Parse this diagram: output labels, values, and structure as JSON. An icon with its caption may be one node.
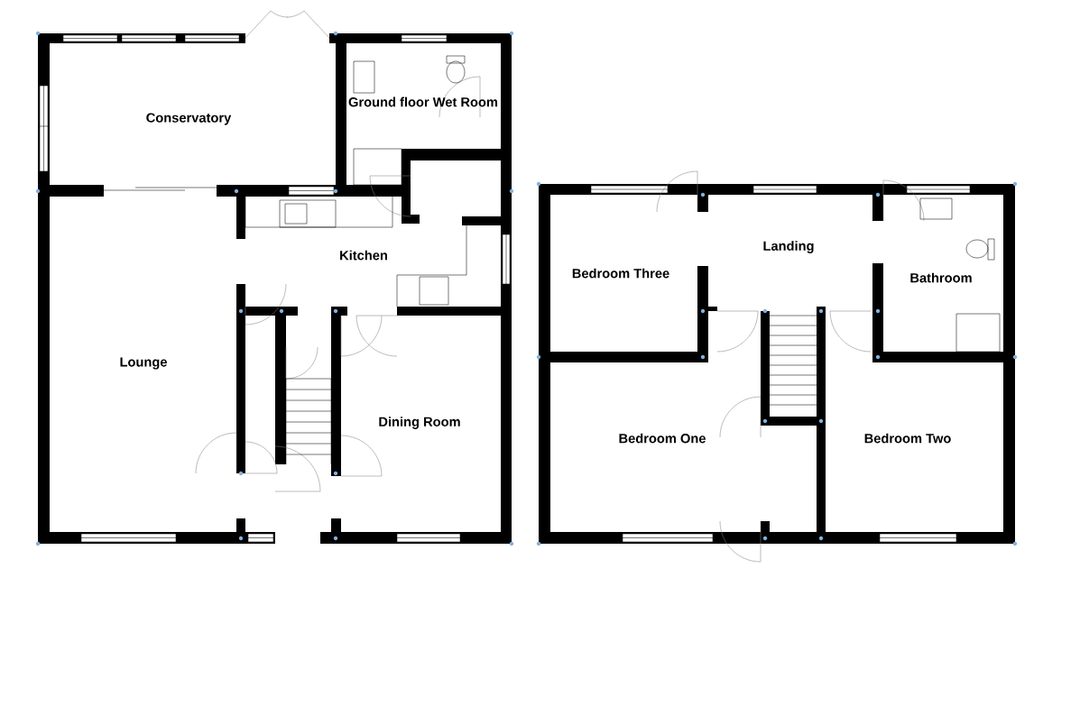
{
  "diagram": {
    "nodes": [
      {
        "text": [
          "Conservatory"
        ]
      },
      {
        "text": [
          "Ground floor Wet Room"
        ]
      },
      {
        "text": [
          "Kitchen"
        ]
      },
      {
        "text": [
          "Lounge"
        ]
      },
      {
        "text": [
          "Dining Room"
        ]
      },
      {
        "text": [
          "Bedroom Three"
        ]
      },
      {
        "text": [
          "Landing"
        ]
      },
      {
        "text": [
          "Bathroom"
        ]
      },
      {
        "text": [
          "Bedroom One"
        ]
      },
      {
        "text": [
          "Bedroom Two"
        ]
      }
    ]
  }
}
